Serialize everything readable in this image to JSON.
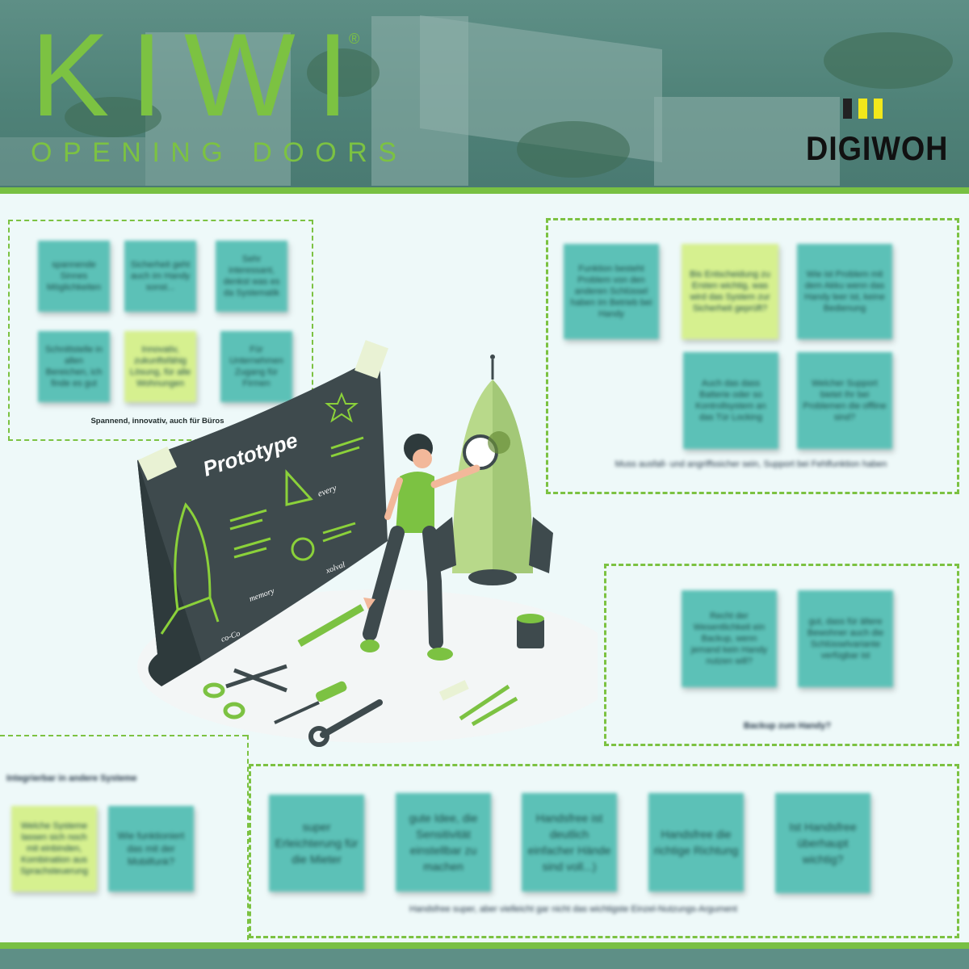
{
  "brand": {
    "kiwi_word": "KIWI",
    "kiwi_reg": "®",
    "tagline": "OPENING DOORS",
    "partner": "DIGIWOH"
  },
  "colors": {
    "accent": "#7cc242",
    "note_teal": "#5cc1b7",
    "note_yellow": "#d6f08f",
    "digi_yellow": "#f2e81b"
  },
  "board_topleft": {
    "caption": "Spannend, innovativ, auch für Büros",
    "notes": [
      "spannende Sinnes Möglichkeiten",
      "Sicherheit geht auch im Handy sonst...",
      "Sehr interessant, denkst was es da Systematik",
      "Schnittstelle in allen Bereichen, ich finde es gut",
      "Innovativ, zukunftsfähig Lösung, für alle Wohnungen",
      "Für Unternehmen Zugang für Firmen"
    ]
  },
  "board_topright": {
    "caption": "Muss ausfall- und angriffssicher sein, Support bei Fehlfunktion haben",
    "notes": [
      "Funktion besteht Problem von den anderen Schlüssel haben im Betrieb bei Handy",
      "Bis Entscheidung zu Ersten wichtig, was wird das System zur Sicherheit geprüft?",
      "Wie ist Problem mit dem Akku wenn das Handy leer ist, keine Bedienung",
      "Auch das dass Batterie oder so Kontrollsystem an das Tür Locking",
      "Welcher Support bietet Ihr bei Problemen die offline sind?"
    ]
  },
  "board_right": {
    "caption": "Backup zum Handy?",
    "notes": [
      "Recht der Wesentlichkeit ein Backup, wenn jemand kein Handy nutzen will?",
      "gut, dass für ältere Bewohner auch die Schlüsselvariante verfügbar ist"
    ]
  },
  "board_bottomleft": {
    "caption": "Integrierbar in andere Systeme",
    "notes": [
      "Welche Systeme lassen sich noch mit einbinden, Kombination aus Sprachsteuerung",
      "Wie funktioniert das mit der Mobilfunk?"
    ]
  },
  "board_bottom": {
    "caption": "Handsfree super, aber vielleicht gar nicht das wichtigste Einzel-Nutzungs-Argument",
    "notes": [
      "super Erleichterung für die Mieter",
      "gute Idee, die Sensitivität einstellbar zu machen",
      "Handsfree ist deutlich einfacher Hände sind voll...)",
      "Handsfree die richtige Richtung",
      "Ist Handsfree überhaupt wichtig?"
    ]
  },
  "illustration": {
    "board_title": "Prototype",
    "scribbles": [
      "every",
      "memory",
      "xolval",
      "co-Co"
    ]
  }
}
